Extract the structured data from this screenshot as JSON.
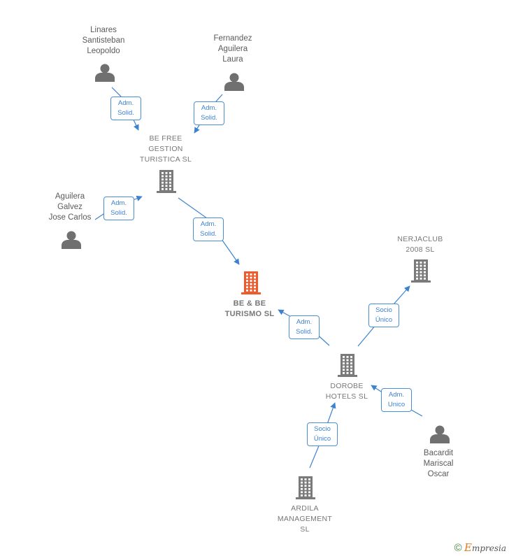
{
  "colors": {
    "edge": "#3d82cf",
    "company": "#7a7a7a",
    "focus_company": "#ee5a2a",
    "person": "#707070"
  },
  "people": [
    {
      "id": "p_linares",
      "lines": [
        "Linares",
        "Santisteban",
        "Leopoldo"
      ]
    },
    {
      "id": "p_fernandez",
      "lines": [
        "Fernandez",
        "Aguilera",
        "Laura"
      ]
    },
    {
      "id": "p_aguilera",
      "lines": [
        "Aguilera",
        "Galvez",
        "Jose Carlos"
      ]
    },
    {
      "id": "p_bacardit",
      "lines": [
        "Bacardit",
        "Mariscal",
        "Oscar"
      ]
    }
  ],
  "companies": [
    {
      "id": "c_befree",
      "lines": [
        "BE FREE",
        "GESTION",
        "TURISTICA  SL"
      ]
    },
    {
      "id": "c_bebe",
      "lines": [
        "BE & BE",
        "TURISMO  SL"
      ],
      "focus": true
    },
    {
      "id": "c_nerja",
      "lines": [
        "NERJACLUB",
        "2008 SL"
      ]
    },
    {
      "id": "c_dorobe",
      "lines": [
        "DOROBE",
        "HOTELS  SL"
      ]
    },
    {
      "id": "c_ardila",
      "lines": [
        "ARDILA",
        "MANAGEMENT",
        "SL"
      ]
    }
  ],
  "relations": [
    {
      "id": "r1",
      "from": "p_linares",
      "to": "c_befree",
      "lines": [
        "Adm.",
        "Solid."
      ]
    },
    {
      "id": "r2",
      "from": "p_fernandez",
      "to": "c_befree",
      "lines": [
        "Adm.",
        "Solid."
      ]
    },
    {
      "id": "r3",
      "from": "p_aguilera",
      "to": "c_befree",
      "lines": [
        "Adm.",
        "Solid."
      ]
    },
    {
      "id": "r4",
      "from": "c_befree",
      "to": "c_bebe",
      "lines": [
        "Adm.",
        "Solid."
      ]
    },
    {
      "id": "r5",
      "from": "c_dorobe",
      "to": "c_bebe",
      "lines": [
        "Adm.",
        "Solid."
      ]
    },
    {
      "id": "r6",
      "from": "c_dorobe",
      "to": "c_nerja",
      "lines": [
        "Socio",
        "Único"
      ]
    },
    {
      "id": "r7",
      "from": "p_bacardit",
      "to": "c_dorobe",
      "lines": [
        "Adm.",
        "Unico"
      ]
    },
    {
      "id": "r8",
      "from": "c_ardila",
      "to": "c_dorobe",
      "lines": [
        "Socio",
        "Único"
      ]
    }
  ],
  "brand": {
    "copyright": "©",
    "initial": "E",
    "rest": "mpresia"
  }
}
